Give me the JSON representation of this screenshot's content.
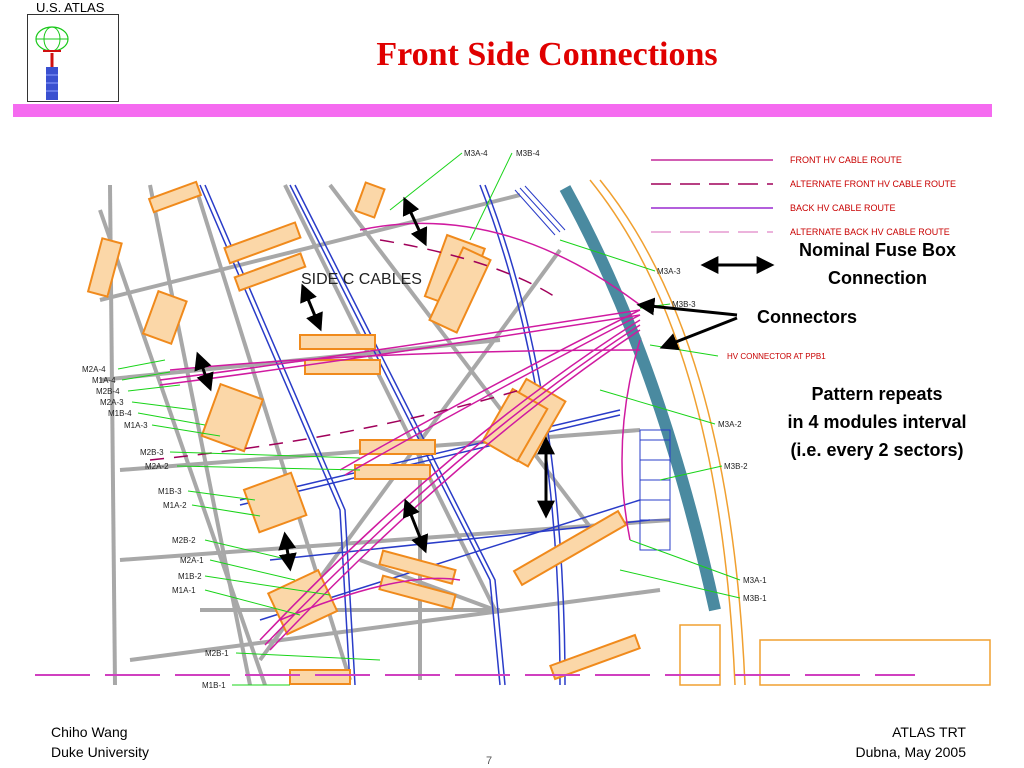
{
  "header": {
    "logo_text": "U.S. ATLAS",
    "title": "Front Side Connections"
  },
  "legend": [
    {
      "label": "FRONT HV CABLE ROUTE",
      "color": "#c4289a",
      "style": "solid"
    },
    {
      "label": "ALTERNATE FRONT HV CABLE ROUTE",
      "color": "#a0005a",
      "style": "dashed"
    },
    {
      "label": "BACK HV CABLE ROUTE",
      "color": "#9a2ad0",
      "style": "solid"
    },
    {
      "label": "ALTERNATE BACK HV CABLE ROUTE",
      "color": "#e59ad0",
      "style": "dashed"
    }
  ],
  "diagram": {
    "center_label": "SIDE C CABLES",
    "hv_label": "HV CONNECTOR AT PPB1",
    "left_labels": [
      "M2A-4",
      "M1A-4",
      "M2B-4",
      "M2A-3",
      "M1B-4",
      "M1A-3",
      "M2B-3",
      "M2A-2",
      "M1B-3",
      "M1A-2",
      "M2B-2",
      "M2A-1",
      "M1B-2",
      "M1A-1",
      "M2B-1",
      "M1B-1"
    ],
    "top_labels": [
      "M3A-4",
      "M3B-4"
    ],
    "right_labels": [
      "M3A-3",
      "M3B-3",
      "M3A-2",
      "M3B-2",
      "M3A-1",
      "M3B-1"
    ]
  },
  "notes": {
    "fuse_box_line1": "Nominal Fuse Box",
    "fuse_box_line2": "Connection",
    "connectors": "Connectors",
    "pattern_line1": "Pattern repeats",
    "pattern_line2": "in 4 modules interval",
    "pattern_line3": "(i.e. every 2 sectors)"
  },
  "footer": {
    "author": "Chiho Wang",
    "affiliation": "Duke University",
    "project": "ATLAS TRT",
    "event": "Dubna, May 2005",
    "page": "7"
  },
  "colors": {
    "title": "#e00000",
    "accent_bar": "#f56bf0",
    "module_orange": "#f08a1c",
    "leader_green": "#18d418",
    "frame_blue": "#2a3cc8",
    "steel_gray": "#a0a0a0",
    "cable_magenta": "#d01aa0",
    "tray_teal": "#4a8aa0"
  }
}
